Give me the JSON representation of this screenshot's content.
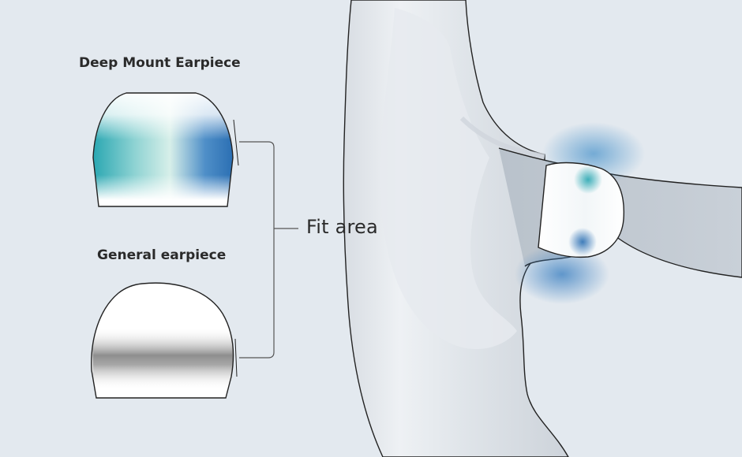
{
  "labels": {
    "deep_mount_title": "Deep Mount Earpiece",
    "general_title": "General earpiece",
    "fit_area": "Fit area"
  },
  "colors": {
    "background": "#e3e9ef",
    "outline": "#222222",
    "ear_light": "#eef1f4",
    "ear_shadow": "#c9d0d8",
    "band": "#c4ccd5",
    "teal": "#2aa7b2",
    "blue": "#2b6fb3",
    "gray_band": "#7a7a7a"
  }
}
